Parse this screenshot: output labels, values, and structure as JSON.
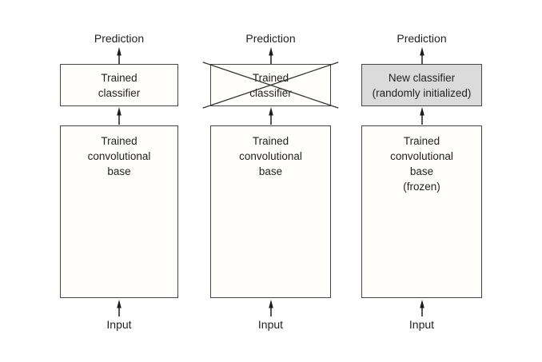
{
  "diagram": {
    "columns": [
      {
        "prediction_label": "Prediction",
        "top_box": {
          "lines": [
            "Trained",
            "classifier"
          ],
          "crossed_out": false,
          "highlighted": false
        },
        "base_box": {
          "lines": [
            "Trained",
            "convolutional",
            "base",
            ""
          ]
        },
        "input_label": "Input"
      },
      {
        "prediction_label": "Prediction",
        "top_box": {
          "lines": [
            "Trained",
            "classifier"
          ],
          "crossed_out": true,
          "highlighted": false
        },
        "base_box": {
          "lines": [
            "Trained",
            "convolutional",
            "base",
            ""
          ]
        },
        "input_label": "Input"
      },
      {
        "prediction_label": "Prediction",
        "top_box": {
          "lines": [
            "New classifier",
            "(randomly initialized)"
          ],
          "crossed_out": false,
          "highlighted": true
        },
        "base_box": {
          "lines": [
            "Trained",
            "convolutional",
            "base",
            "(frozen)"
          ]
        },
        "input_label": "Input"
      }
    ],
    "colors": {
      "box_border": "#454545",
      "box_fill": "#fffefa",
      "highlight_fill": "#dbdbdb",
      "text": "#231f20",
      "arrow": "#1c1c1c"
    }
  }
}
